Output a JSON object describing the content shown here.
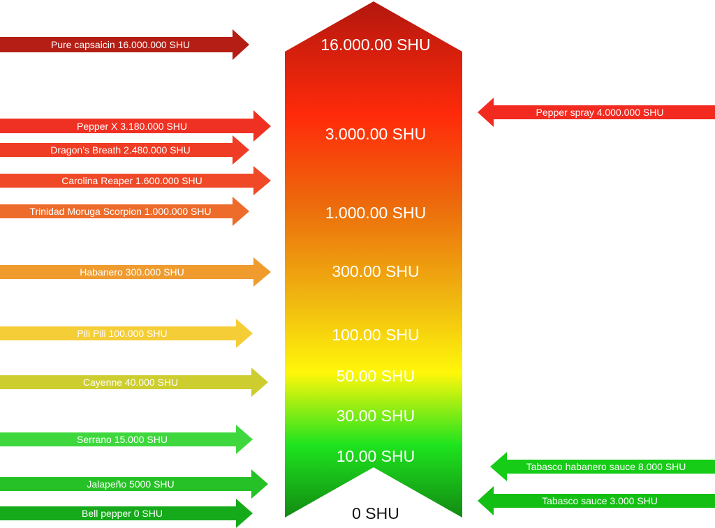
{
  "scale": {
    "ticks": [
      {
        "label": "16.000.00 SHU"
      },
      {
        "label": "3.000.00 SHU"
      },
      {
        "label": "1.000.00 SHU"
      },
      {
        "label": "300.00 SHU"
      },
      {
        "label": "100.00 SHU"
      },
      {
        "label": "50.00 SHU"
      },
      {
        "label": "30.00 SHU"
      },
      {
        "label": "10.00 SHU"
      },
      {
        "label": "0 SHU"
      }
    ],
    "gradient_colors": [
      "#b3170f",
      "#ff2a0a",
      "#ec6d0c",
      "#f0b810",
      "#fff70a",
      "#1ee31e",
      "#128a12"
    ]
  },
  "left_arrows": [
    {
      "label": "Pure capsaicin 16.000.000 SHU",
      "color": "#b51e14"
    },
    {
      "label": "Pepper X 3.180.000 SHU",
      "color": "#ef3123"
    },
    {
      "label": "Dragon’s Breath 2.480.000 SHU",
      "color": "#ef3d25"
    },
    {
      "label": "Carolina Reaper 1.600.000 SHU",
      "color": "#ef4928"
    },
    {
      "label": "Trinidad Moruga Scorpion 1.000.000 SHU",
      "color": "#ee6c2b"
    },
    {
      "label": "Habanero 300.000 SHU",
      "color": "#ef9b2e"
    },
    {
      "label": "Pili Pili 100.000 SHU",
      "color": "#f5cd37"
    },
    {
      "label": "Cayenne 40.000 SHU",
      "color": "#cdcd30"
    },
    {
      "label": "Serrano 15.000 SHU",
      "color": "#3ed83e"
    },
    {
      "label": "Jalapeño 5000 SHU",
      "color": "#26c126"
    },
    {
      "label": "Bell pepper 0 SHU",
      "color": "#15aa1a"
    }
  ],
  "right_arrows": [
    {
      "label": "Pepper spray 4.000.000 SHU",
      "color": "#f22a20"
    },
    {
      "label": "Tabasco habanero sauce 8.000 SHU",
      "color": "#16cc16"
    },
    {
      "label": "Tabasco sauce 3.000 SHU",
      "color": "#14bf14"
    }
  ]
}
